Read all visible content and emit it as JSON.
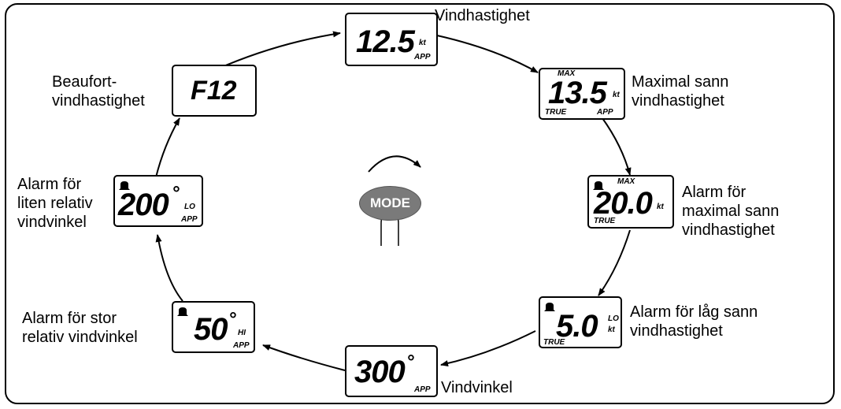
{
  "center": {
    "button_label": "MODE"
  },
  "displays": {
    "wind_speed": {
      "value": "12.5",
      "unit": "kt",
      "tag": "APP"
    },
    "max_true": {
      "top": "MAX",
      "value": "13.5",
      "unit": "kt",
      "left_tag": "TRUE",
      "right_tag": "APP"
    },
    "max_alarm": {
      "top": "MAX",
      "value": "20.0",
      "unit": "kt",
      "tag": "TRUE"
    },
    "low_alarm": {
      "value": "5.0",
      "sub": "LO",
      "unit": "kt",
      "tag": "TRUE"
    },
    "angle": {
      "value": "300",
      "deg": "°",
      "tag": "APP"
    },
    "hi_angle": {
      "value": "50",
      "deg": "°",
      "sub": "HI",
      "tag": "APP"
    },
    "lo_angle": {
      "value": "200",
      "deg": "°",
      "sub": "LO",
      "tag": "APP"
    },
    "beaufort": {
      "value": "F12"
    }
  },
  "labels": {
    "wind_speed": "Vindhastighet",
    "max_true_1": "Maximal sann",
    "max_true_2": "vindhastighet",
    "max_alarm_1": "Alarm för",
    "max_alarm_2": "maximal sann",
    "max_alarm_3": "vindhastighet",
    "low_alarm_1": "Alarm för låg sann",
    "low_alarm_2": "vindhastighet",
    "angle": "Vindvinkel",
    "hi_angle_1": "Alarm för stor",
    "hi_angle_2": "relativ vindvinkel",
    "lo_angle_1": "Alarm för",
    "lo_angle_2": "liten relativ",
    "lo_angle_3": "vindvinkel",
    "beaufort_1": "Beaufort-",
    "beaufort_2": "vindhastighet"
  },
  "icons": {
    "alarm": "bell-icon",
    "arrow": "arrow-icon",
    "finger": "finger-icon",
    "rotate": "rotate-arrow-icon"
  }
}
